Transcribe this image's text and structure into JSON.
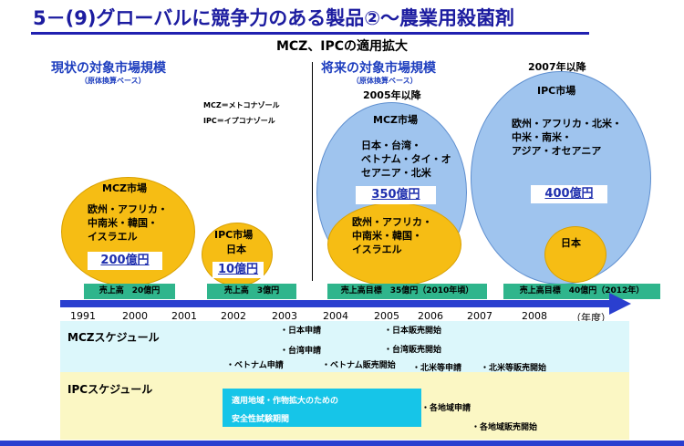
{
  "title": "5－(9)グローバルに競争力のある製品②～農業用殺菌剤",
  "subtitle": "MCZ、IPCの適用拡大",
  "current": {
    "heading": "現状の対象市場規模",
    "note": "（原体換算ベース）"
  },
  "future": {
    "heading": "将来の対象市場規模",
    "note": "（原体換算ベース）",
    "year_2005": "2005年以降",
    "year_2007": "2007年以降"
  },
  "legend": {
    "mcz": "MCZ＝メトコナゾール",
    "ipc": "IPC＝イプコナゾール"
  },
  "current_mcz": {
    "label": "MCZ市場",
    "regions": [
      "欧州・アフリカ・",
      "中南米・韓国・",
      "イスラエル"
    ],
    "value": "200億円"
  },
  "current_ipc": {
    "label": "IPC市場",
    "region": "日本",
    "value": "10億円"
  },
  "future_mcz": {
    "label": "MCZ市場",
    "new_regions": [
      "日本・台湾・",
      "ベトナム・タイ・オ",
      "セアニア・北米"
    ],
    "value": "350億円",
    "existing_regions": [
      "欧州・アフリカ・",
      "中南米・韓国・",
      "イスラエル"
    ]
  },
  "future_ipc": {
    "label": "IPC市場",
    "new_regions": [
      "欧州・アフリカ・北米・",
      "中米・南米・",
      "アジア・オセアニア"
    ],
    "value": "400億円",
    "existing_region": "日本"
  },
  "sales": [
    "売上高　20億円",
    "売上高　3億円",
    "売上高目標　35億円（2010年頃）",
    "売上高目標　40億円（2012年）"
  ],
  "years": [
    "1991",
    "2000",
    "2001",
    "2002",
    "2003",
    "2004",
    "2005",
    "2006",
    "2007",
    "2008",
    "（年度）"
  ],
  "mcz_schedule": {
    "label": "MCZスケジュール",
    "events": [
      "・日本申請",
      "・日本販売開始",
      "・台湾申請",
      "・台湾販売開始",
      "・ベトナム申請",
      "・ベトナム販売開始",
      "・北米等申請",
      "・北米等販売開始"
    ]
  },
  "ipc_schedule": {
    "label": "IPCスケジュール",
    "trial_line1": "適用地域・作物拡大のための",
    "trial_line2": "安全性試験期間",
    "events": [
      "・各地域申請",
      "・各地域販売開始"
    ]
  },
  "colors": {
    "title": "#1c1ca0",
    "market_orange": "#f6bd14",
    "market_blue": "#9fc4ee",
    "sales_green": "#2fb58c",
    "timeline": "#2a3fcf",
    "mcz_band": "#dcf7fb",
    "ipc_band": "#fbf7c4",
    "trial_box": "#16c5e8"
  }
}
